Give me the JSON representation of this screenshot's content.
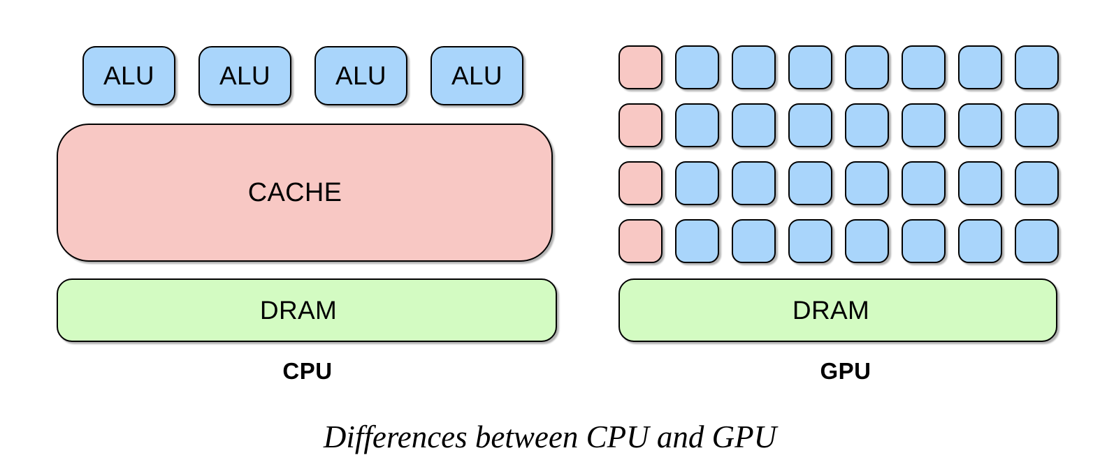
{
  "figure": {
    "caption": "Differences between CPU and GPU",
    "colors": {
      "alu_fill": "#a9d5fb",
      "cache_fill": "#f8c8c4",
      "dram_fill": "#d3fbc2",
      "core_blue_fill": "#a9d5fb",
      "core_pink_fill": "#f8c8c4",
      "stroke": "#000000",
      "background": "#ffffff"
    }
  },
  "cpu": {
    "label": "CPU",
    "alus": [
      {
        "label": "ALU"
      },
      {
        "label": "ALU"
      },
      {
        "label": "ALU"
      },
      {
        "label": "ALU"
      }
    ],
    "cache": {
      "label": "CACHE"
    },
    "dram": {
      "label": "DRAM"
    }
  },
  "gpu": {
    "label": "GPU",
    "dram": {
      "label": "DRAM"
    },
    "core_grid": {
      "rows": 4,
      "columns": 8,
      "control_column_index": 0,
      "cells": [
        [
          "pink",
          "blue",
          "blue",
          "blue",
          "blue",
          "blue",
          "blue",
          "blue"
        ],
        [
          "pink",
          "blue",
          "blue",
          "blue",
          "blue",
          "blue",
          "blue",
          "blue"
        ],
        [
          "pink",
          "blue",
          "blue",
          "blue",
          "blue",
          "blue",
          "blue",
          "blue"
        ],
        [
          "pink",
          "blue",
          "blue",
          "blue",
          "blue",
          "blue",
          "blue",
          "blue"
        ]
      ]
    }
  }
}
